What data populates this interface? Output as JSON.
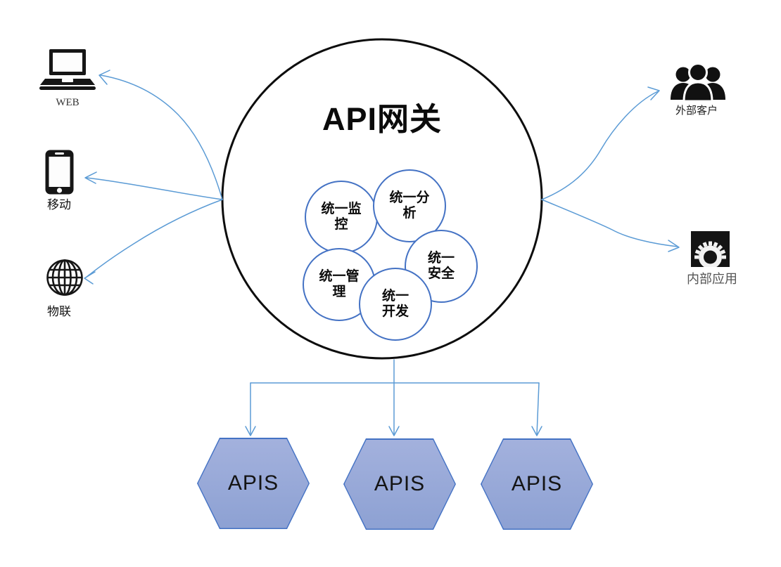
{
  "title": "API网关",
  "gateway": {
    "functions": [
      {
        "label": "统一监\n控"
      },
      {
        "label": "统一分\n析"
      },
      {
        "label": "统一管\n理"
      },
      {
        "label": "统一\n安全"
      },
      {
        "label": "统一\n开发"
      }
    ]
  },
  "clients": [
    {
      "icon": "laptop-icon",
      "label": "WEB"
    },
    {
      "icon": "smartphone-icon",
      "label": "移动"
    },
    {
      "icon": "globe-icon",
      "label": "物联"
    }
  ],
  "consumers": [
    {
      "icon": "people-group-icon",
      "label": "外部客户"
    },
    {
      "icon": "gear-icon",
      "label": "内部应用"
    }
  ],
  "backends": [
    {
      "label": "APIS"
    },
    {
      "label": "APIS"
    },
    {
      "label": "APIS"
    }
  ],
  "colors": {
    "connector_blue": "#5B9BD5",
    "circle_border_blue": "#4472C4",
    "hexagon_fill_top": "#A3B1DD",
    "hexagon_fill_bottom": "#8DA1D3",
    "hexagon_border": "#4472C4",
    "outline_black": "#0B0B0B"
  }
}
